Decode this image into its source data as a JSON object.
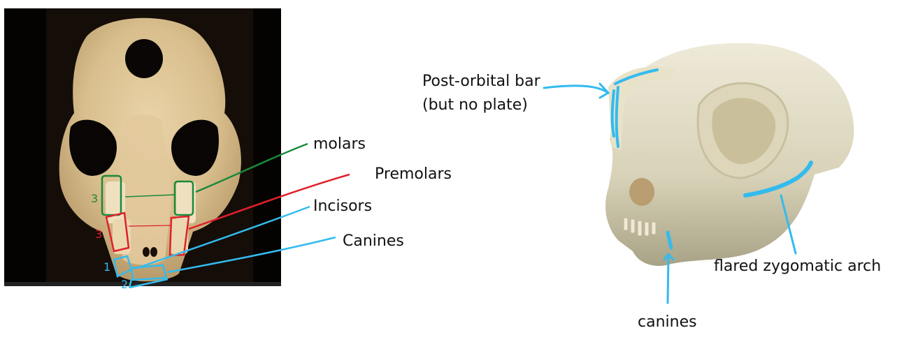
{
  "left_figure": {
    "description": "Ventral view of skull with dental annotations",
    "labels": {
      "molars": "molars",
      "premolars": "Premolars",
      "incisors": "Incisors",
      "canines": "Canines"
    },
    "counts": {
      "molars": "3",
      "premolars": "3",
      "canines": "1",
      "incisors": "2"
    },
    "colors": {
      "molars": "#1a8a3a",
      "premolars": "#e0202a",
      "incisors": "#33bbee",
      "canines": "#33bbee"
    }
  },
  "right_figure": {
    "description": "Lateral oblique view of skull with feature annotations",
    "labels": {
      "postorbital_line1": "Post-orbital bar",
      "postorbital_line2": "(but no plate)",
      "zygomatic": "flared zygomatic arch",
      "canines": "canines"
    },
    "annotation_color": "#33bbee"
  }
}
